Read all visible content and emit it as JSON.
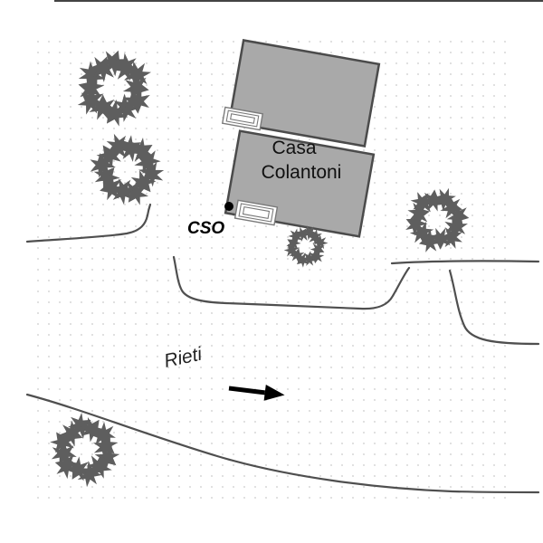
{
  "map": {
    "labels": {
      "building_line1": "Casa",
      "building_line2": "Colantoni",
      "marker": "CSO",
      "street": "Rieti"
    },
    "colors": {
      "building_fill": "#a9a9a9",
      "building_stroke": "#4b4b4b",
      "tree": "#5e5e5e",
      "road": "#4f4f4f",
      "stipple": "#d9d9d9",
      "text": "#111111",
      "arrow": "#000000",
      "top_line": "#444444"
    },
    "arrow_direction": "right"
  }
}
